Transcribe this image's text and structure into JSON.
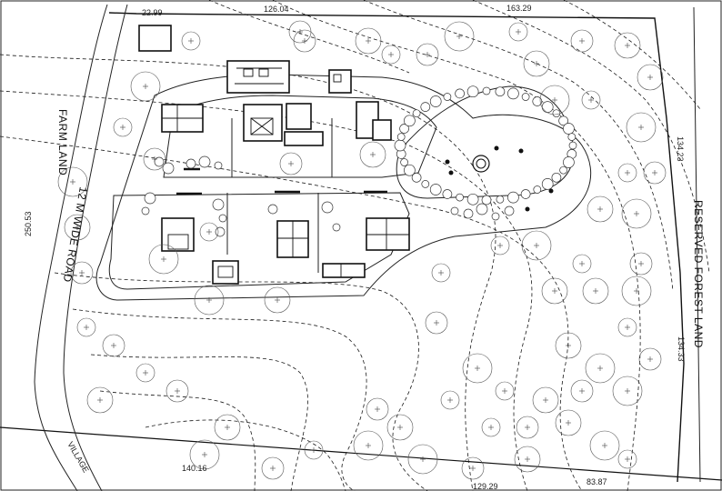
{
  "labels": {
    "farm_land": "FARM LAND",
    "road": "12 M WIDE ROAD",
    "reserved_forest": "RESERVED FOREST LAND",
    "village": "VILLAGE"
  },
  "dimensions": {
    "top_left": "22.99",
    "top_mid": "126.04",
    "top_right": "163.29",
    "left": "250.53",
    "right_upper": "134.23",
    "right_lower": "134.33",
    "bottom_mid": "140.16",
    "bottom_right": "83.87",
    "bottom_center": "129.29"
  },
  "colors": {
    "line": "#111111",
    "background": "#ffffff"
  }
}
